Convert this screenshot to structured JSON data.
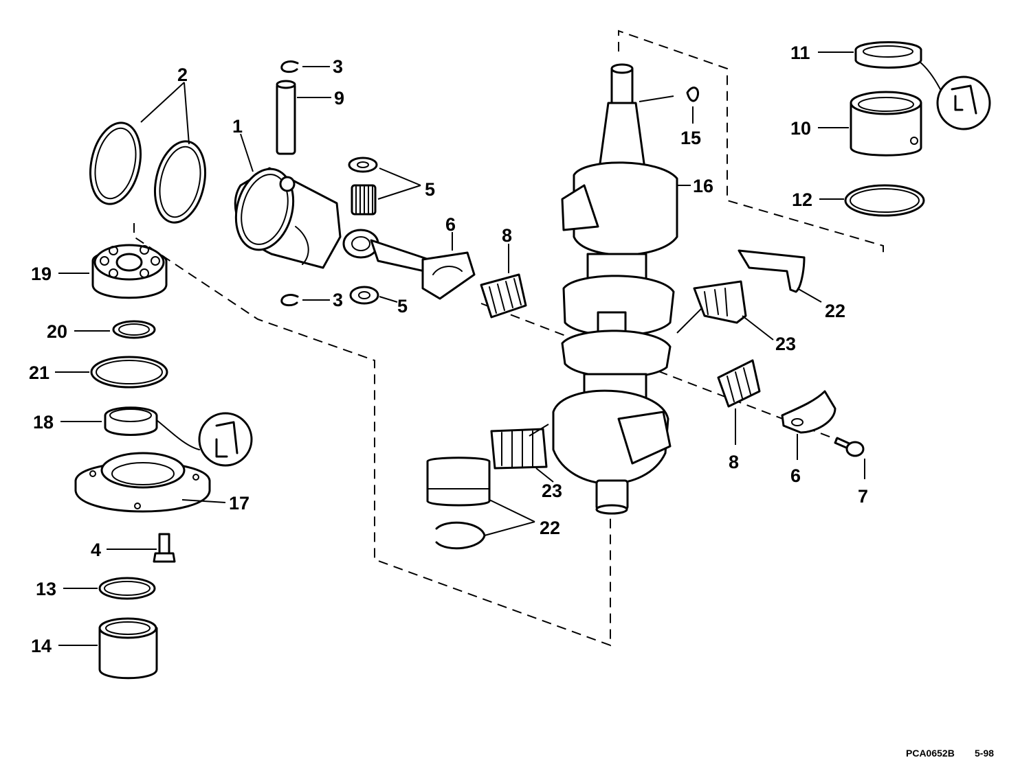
{
  "diagram": {
    "callouts": [
      {
        "id": "c1",
        "text": "1"
      },
      {
        "id": "c2",
        "text": "2"
      },
      {
        "id": "c3a",
        "text": "3"
      },
      {
        "id": "c3b",
        "text": "3"
      },
      {
        "id": "c4",
        "text": "4"
      },
      {
        "id": "c5a",
        "text": "5"
      },
      {
        "id": "c5b",
        "text": "5"
      },
      {
        "id": "c6a",
        "text": "6"
      },
      {
        "id": "c6b",
        "text": "6"
      },
      {
        "id": "c7",
        "text": "7"
      },
      {
        "id": "c8a",
        "text": "8"
      },
      {
        "id": "c8b",
        "text": "8"
      },
      {
        "id": "c9",
        "text": "9"
      },
      {
        "id": "c10",
        "text": "10"
      },
      {
        "id": "c11",
        "text": "11"
      },
      {
        "id": "c12",
        "text": "12"
      },
      {
        "id": "c13",
        "text": "13"
      },
      {
        "id": "c14",
        "text": "14"
      },
      {
        "id": "c15",
        "text": "15"
      },
      {
        "id": "c16",
        "text": "16"
      },
      {
        "id": "c17",
        "text": "17"
      },
      {
        "id": "c18",
        "text": "18"
      },
      {
        "id": "c19",
        "text": "19"
      },
      {
        "id": "c20",
        "text": "20"
      },
      {
        "id": "c21",
        "text": "21"
      },
      {
        "id": "c22a",
        "text": "22"
      },
      {
        "id": "c22b",
        "text": "22"
      },
      {
        "id": "c23a",
        "text": "23"
      },
      {
        "id": "c23b",
        "text": "23"
      }
    ],
    "drawing_code": "PCA0652B",
    "date_code": "5-98"
  }
}
